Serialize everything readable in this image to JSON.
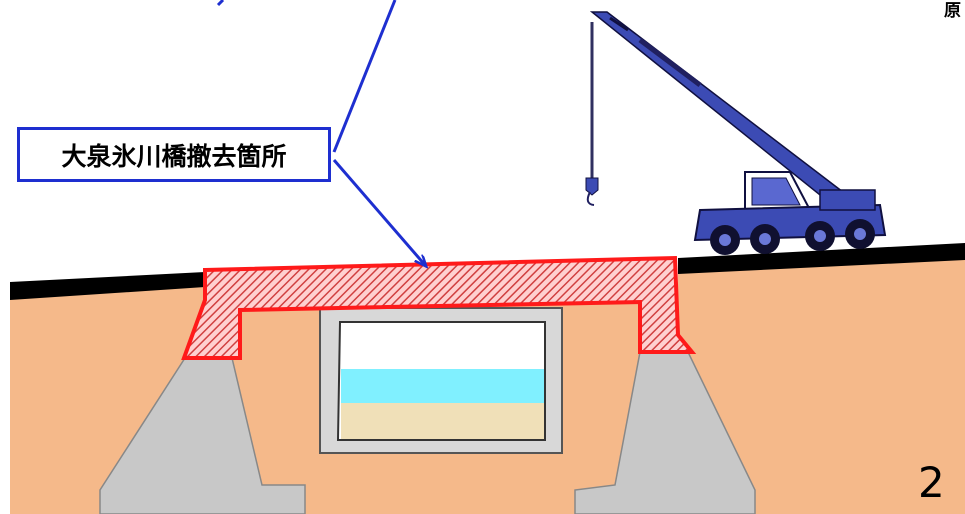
{
  "diagram": {
    "removal_label": "大泉氷川橋撤去箇所",
    "corner_text": "原",
    "page_number": "2"
  },
  "colors": {
    "soil": "#f5b98a",
    "road": "#000000",
    "removal_outline": "#ff1a1a",
    "removal_hatch": "#e06060",
    "arrow": "#1e2fd0",
    "abutment": "#c8c8c8",
    "culvert_frame": "#d0d0d0",
    "water": "#80f0ff",
    "sediment": "#f0e0b8",
    "crane_body": "#3c4bb4"
  },
  "icons": [
    "crane-icon",
    "arrow-icon"
  ]
}
